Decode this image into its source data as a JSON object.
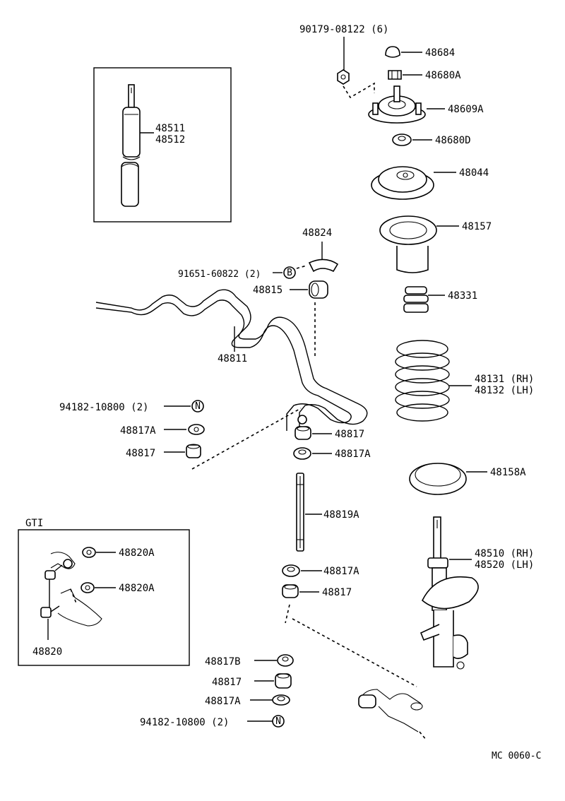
{
  "diagram": {
    "figure_code": "MC 0060-C",
    "inset_gti_title": "GTI",
    "labels": {
      "p90179": "90179-08122 (6)",
      "p48684": "48684",
      "p48680A": "48680A",
      "p48609A": "48609A",
      "p48680D": "48680D",
      "p48044": "48044",
      "p48157": "48157",
      "p48331": "48331",
      "p48131": "48131 (RH)",
      "p48132": "48132 (LH)",
      "p48158A": "48158A",
      "p48510": "48510 (RH)",
      "p48520": "48520 (LH)",
      "p48511": "48511",
      "p48512": "48512",
      "p48824": "48824",
      "p91651": "91651-60822 (2)",
      "p48815": "48815",
      "p48811": "48811",
      "p94182a": "94182-10800 (2)",
      "p48817Aa": "48817A",
      "p48817a": "48817",
      "p48817b": "48817",
      "p48817Ab": "48817A",
      "p48819A": "48819A",
      "p48817Ac": "48817A",
      "p48817c": "48817",
      "p48817B": "48817B",
      "p48817d": "48817",
      "p48817Ad": "48817A",
      "p94182b": "94182-10800 (2)",
      "p48820Aa": "48820A",
      "p48820Ab": "48820A",
      "p48820": "48820"
    },
    "symbols": {
      "bolt_b": "B",
      "nut_n1": "N",
      "nut_n2": "N"
    }
  }
}
